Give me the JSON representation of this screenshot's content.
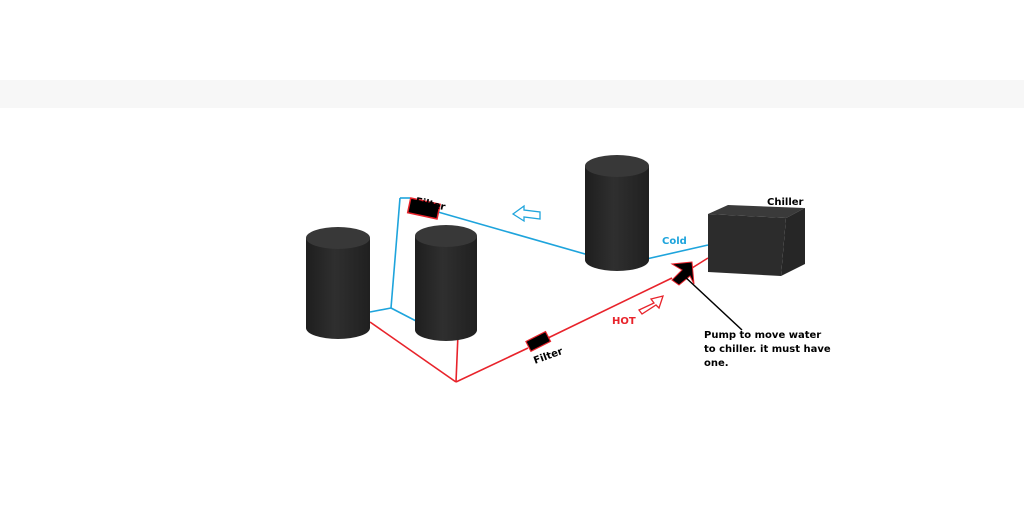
{
  "labels": {
    "filter_top": "Filter",
    "filter_bottom": "Filter",
    "cold": "Cold",
    "hot": "HOT",
    "chiller": "Chiller",
    "pump_note": [
      "Pump to move water",
      "to chiller. it must have",
      "one."
    ]
  },
  "colors": {
    "background": "#ffffff",
    "cold_line": "#1ea4dc",
    "hot_line": "#e8232b",
    "tank": "#2b2b2b",
    "tank_top": "#373737",
    "filter_fill": "#000000",
    "pump": "#000000",
    "text": "#000000"
  },
  "icons": [
    "tank-icon",
    "chiller-icon",
    "filter-icon",
    "pump-icon",
    "flow-arrow-icon"
  ]
}
